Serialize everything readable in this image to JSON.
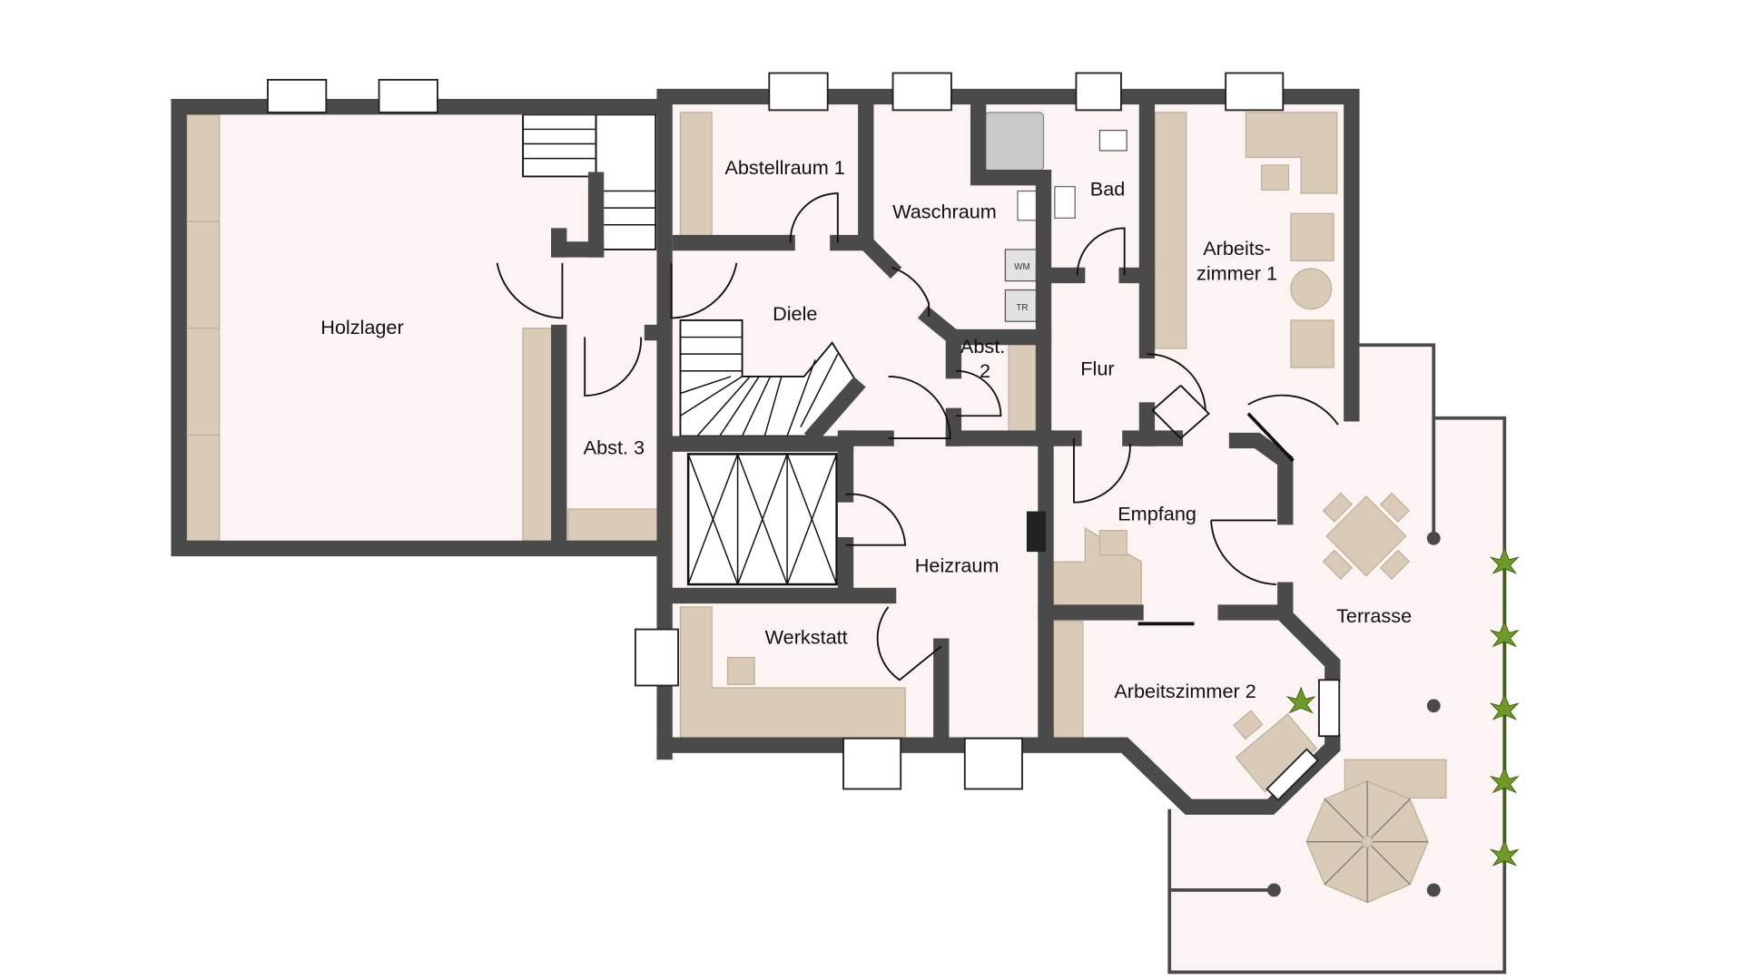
{
  "rooms": {
    "holzlager": "Holzlager",
    "abst3": "Abst. 3",
    "abstellraum1": "Abstellraum 1",
    "waschraum": "Waschraum",
    "bad": "Bad",
    "arbeitszimmer1_line1": "Arbeits-",
    "arbeitszimmer1_line2": "zimmer 1",
    "diele": "Diele",
    "abst2_line1": "Abst.",
    "abst2_line2": "2",
    "flur": "Flur",
    "empfang": "Empfang",
    "heizraum": "Heizraum",
    "werkstatt": "Werkstatt",
    "arbeitszimmer2": "Arbeitszimmer 2",
    "terrasse": "Terrasse"
  },
  "appliances": {
    "washer": "WM",
    "dryer": "TR"
  },
  "colors": {
    "wall": "#4a4a4a",
    "floor": "#fcf4f3",
    "furniture": "#d9cbb8",
    "plant": "#6f9a2a"
  }
}
